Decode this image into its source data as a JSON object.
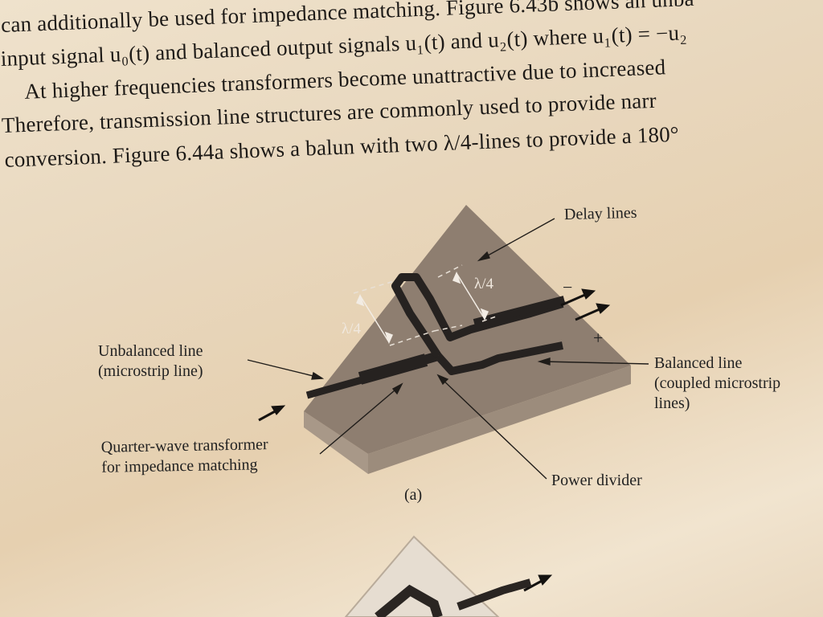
{
  "page": {
    "text_lines": [
      "can additionally be used for impedance matching. Figure 6.43b shows an unba",
      "input signal u₀(t) and balanced output signals u₁(t) and u₂(t) where u₁(t) = −u₂",
      "At higher frequencies transformers become unattractive due to increased",
      "Therefore, transmission line structures are commonly used to provide narr",
      "conversion. Figure 6.44a shows a balun with two λ/4-lines to provide a 180°"
    ]
  },
  "figure": {
    "labels": {
      "delay_lines": "Delay lines",
      "unbalanced_line": [
        "Unbalanced line",
        "(microstrip line)"
      ],
      "balanced_line": [
        "Balanced line",
        "(coupled microstrip",
        "lines)"
      ],
      "quarter_wave": [
        "Quarter-wave transformer",
        "for impedance matching"
      ],
      "power_divider": "Power divider",
      "lambda_top": "λ/4",
      "lambda_left": "λ/4",
      "minus": "−",
      "plus": "+"
    },
    "caption": "(a)"
  },
  "colors": {
    "substrate_top": "#8e7e70",
    "substrate_side": "#a89888",
    "strip": "#262220",
    "paper": "#e9d8bf"
  }
}
